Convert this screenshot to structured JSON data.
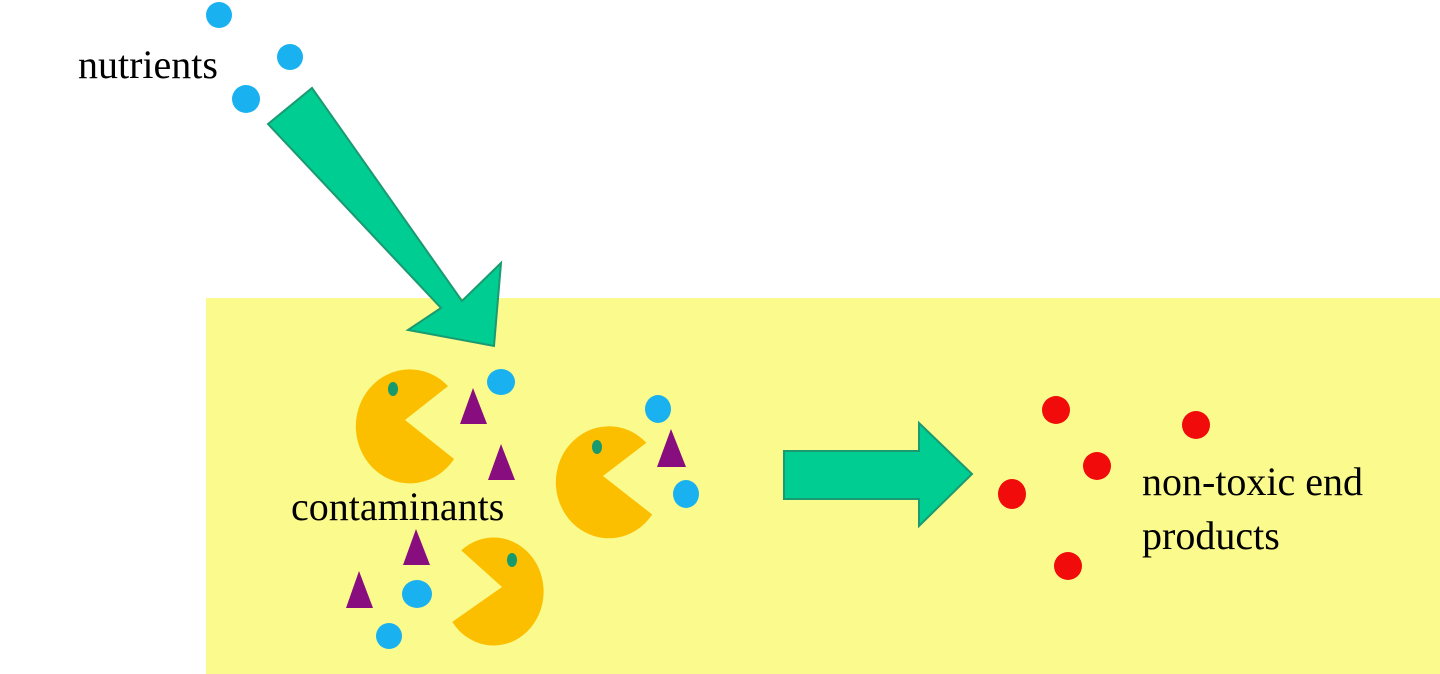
{
  "labels": {
    "nutrients": "nutrients",
    "contaminants": "contaminants",
    "end_products_line1": "non-toxic end",
    "end_products_line2": "products"
  },
  "colors": {
    "background": "#ffffff",
    "soil_zone": "#fbfb8d",
    "arrow_fill": "#00cd92",
    "arrow_stroke": "#1a9a70",
    "nutrient_dot": "#1ab1f0",
    "microbe_body": "#fbbf00",
    "microbe_eye": "#179a6e",
    "contaminant_triangle": "#880e80",
    "end_product_dot": "#f10b0b"
  },
  "icons": {
    "microbe": "pacman-microbe-icon",
    "nutrient": "blue-dot-icon",
    "contaminant": "purple-triangle-icon",
    "end_product": "red-dot-icon"
  }
}
